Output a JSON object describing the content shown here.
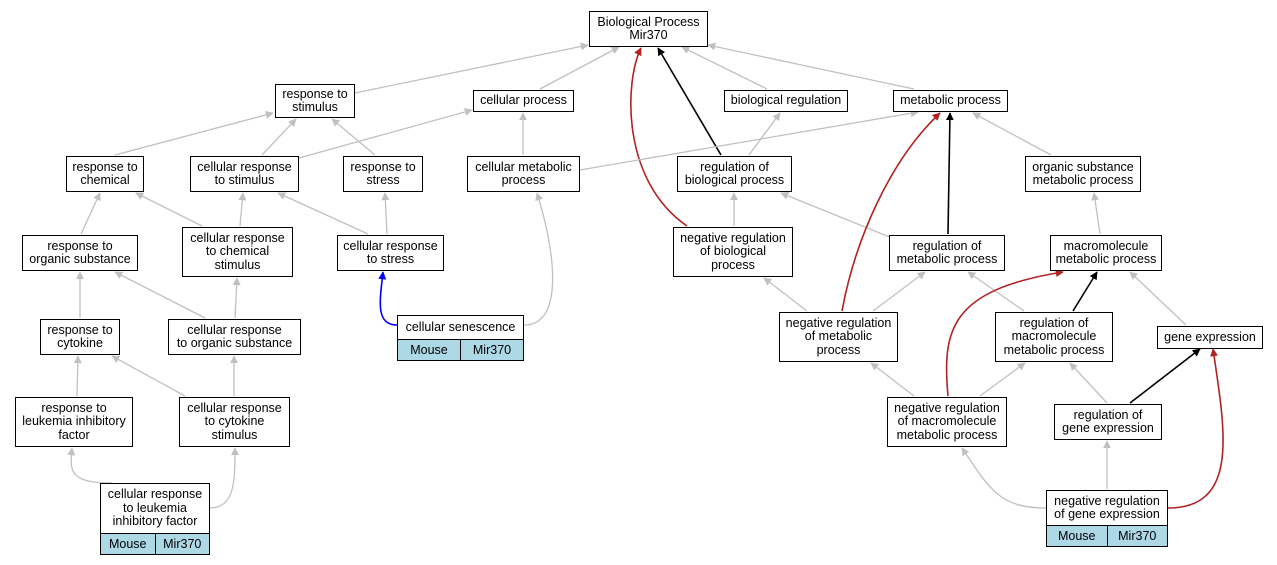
{
  "nodes": {
    "bp": "Biological Process\nMir370",
    "resp_stim": "response to\nstimulus",
    "cell_proc": "cellular process",
    "bio_reg": "biological regulation",
    "met_proc": "metabolic process",
    "resp_chem": "response to\nchemical",
    "cell_resp_stim": "cellular response\nto stimulus",
    "resp_stress": "response to\nstress",
    "cell_met_proc": "cellular metabolic\nprocess",
    "reg_bio_proc": "regulation of\nbiological process",
    "org_sub_met": "organic substance\nmetabolic process",
    "resp_org_sub": "response to\norganic substance",
    "cell_resp_chem": "cellular response\nto chemical\nstimulus",
    "cell_resp_stress": "cellular response\nto stress",
    "neg_reg_bio": "negative regulation\nof biological\nprocess",
    "reg_met_proc": "regulation of\nmetabolic process",
    "macro_met": "macromolecule\nmetabolic process",
    "cell_senescence": "cellular senescence",
    "resp_cytokine": "response to\ncytokine",
    "cell_resp_org_sub": "cellular response\nto organic substance",
    "neg_reg_met": "negative regulation\nof metabolic\nprocess",
    "reg_macro_met": "regulation of\nmacromolecule\nmetabolic process",
    "gene_expr": "gene expression",
    "resp_lif": "response to\nleukemia inhibitory\nfactor",
    "cell_resp_cytokine": "cellular response\nto cytokine\nstimulus",
    "neg_reg_macro": "negative regulation\nof macromolecule\nmetabolic process",
    "reg_gene_expr": "regulation of\ngene expression",
    "cell_resp_lif": "cellular response\nto leukemia\ninhibitory factor",
    "neg_reg_gene": "negative regulation\nof gene expression"
  },
  "annotations": {
    "species": "Mouse",
    "gene": "Mir370"
  },
  "edge_colors": {
    "is_a": "#c0c0c0",
    "regulates": "#000000",
    "negatively_regulates": "#b22222",
    "occurs_in": "#0000ff"
  }
}
